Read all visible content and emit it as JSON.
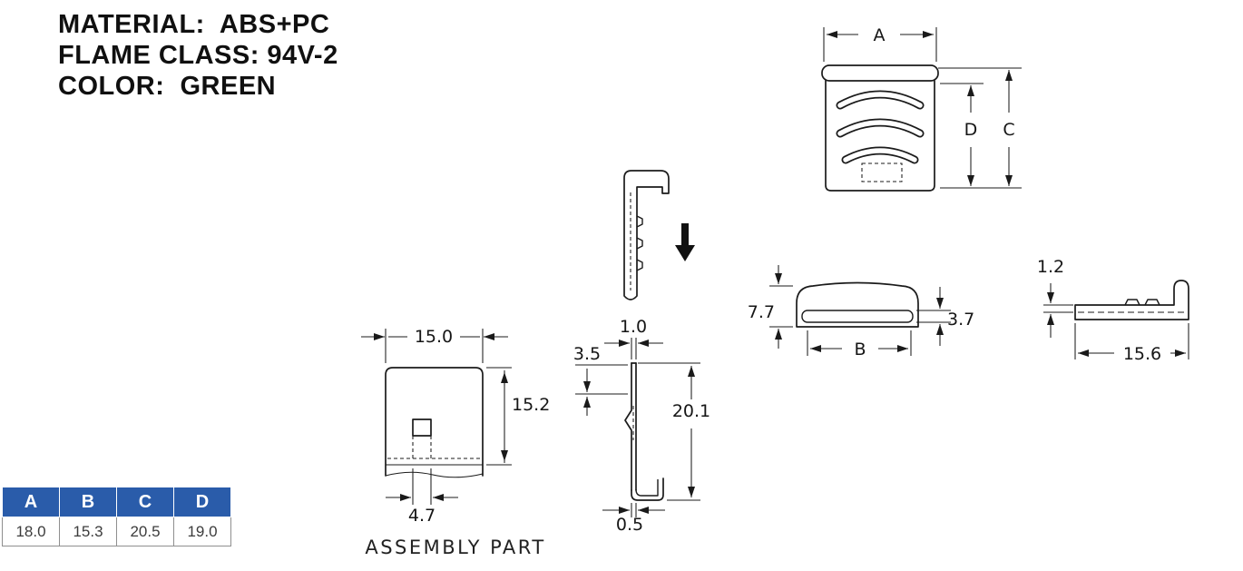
{
  "page": {
    "bg": "#ffffff"
  },
  "notes": {
    "material": "MATERIAL:  ABS+PC",
    "flame_class": "FLAME CLASS: 94V-2",
    "color": "COLOR:  GREEN"
  },
  "dims": {
    "top_view": {
      "width_label": "A",
      "inner_height_label": "D",
      "height_label": "C"
    },
    "side_view": {
      "height": "7.7",
      "slot_height": "3.7",
      "width_label": "B"
    },
    "flat_view": {
      "tip_thickness": "1.2",
      "length": "15.6"
    },
    "front_view": {
      "width": "15.0",
      "height": "15.2",
      "slot_width": "4.7",
      "caption": "ASSEMBLY PART"
    },
    "profile_view": {
      "wall_thickness": "1.0",
      "inset": "3.5",
      "height": "20.1",
      "foot_thickness": "0.5"
    }
  },
  "table": {
    "header_bg": "#2a5caa",
    "headers": [
      "A",
      "B",
      "C",
      "D"
    ],
    "values": [
      "18.0",
      "15.3",
      "20.5",
      "19.0"
    ]
  }
}
